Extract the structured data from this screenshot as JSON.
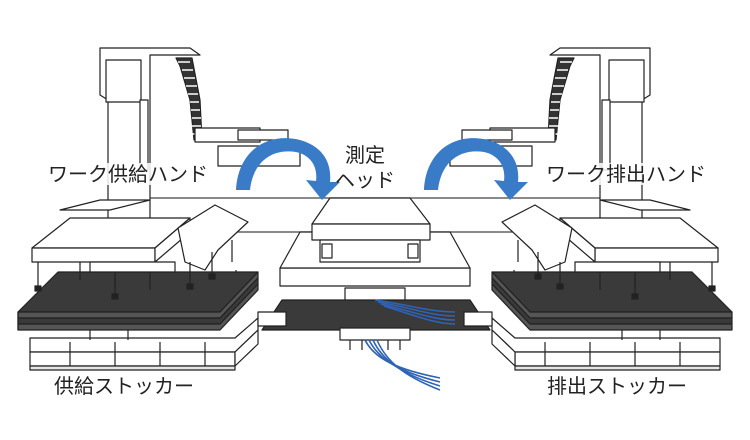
{
  "labels": {
    "work_supply_hand": "ワーク供給ハンド",
    "measurement_head_line1": "測定",
    "measurement_head_line2": "ヘッド",
    "work_discharge_hand": "ワーク排出ハンド",
    "supply_stocker": "供給ストッカー",
    "discharge_stocker": "排出ストッカー"
  },
  "colors": {
    "line": "#222222",
    "arrow": "#3a7bc8",
    "work_sheet": "#3a3a3a",
    "cable": "#2f63b5",
    "panel_fill": "#ffffff",
    "shadow": "#d8d8d8"
  },
  "icons": {
    "transfer_arrow_left": "curved-arrow-icon",
    "transfer_arrow_right": "curved-arrow-icon"
  }
}
